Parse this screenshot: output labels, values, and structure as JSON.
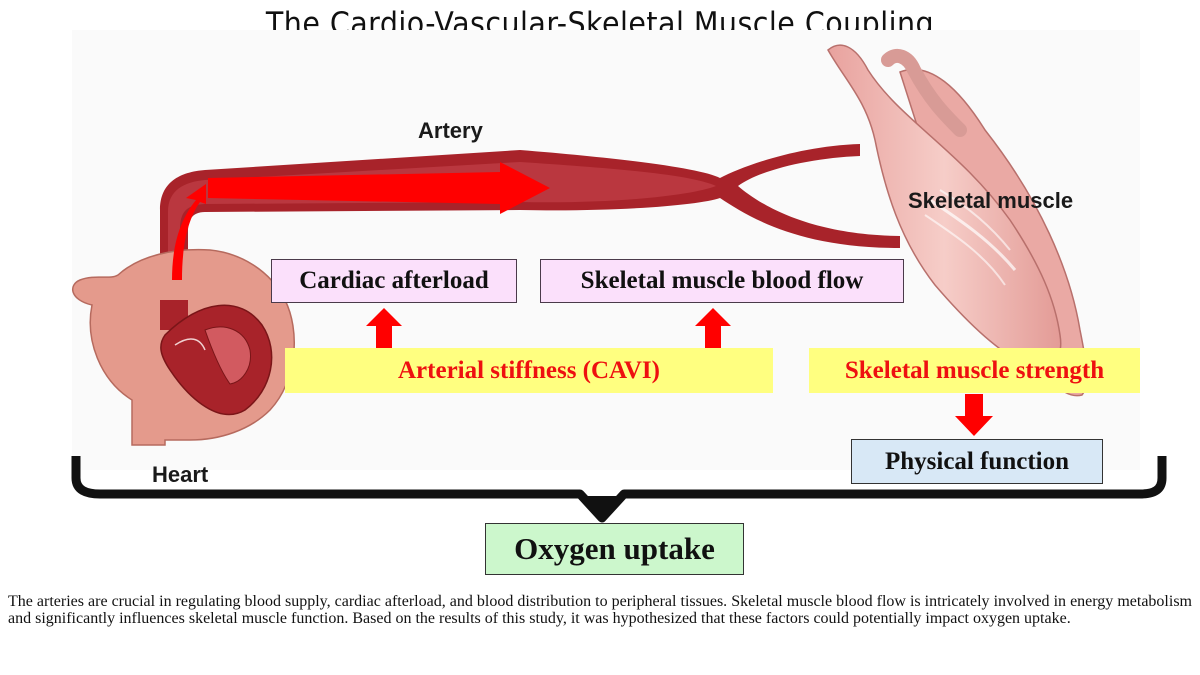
{
  "title": "The Cardio-Vascular-Skeletal Muscle Coupling",
  "labels": {
    "artery": "Artery",
    "skeletal_muscle": "Skeletal muscle",
    "heart": "Heart"
  },
  "boxes": {
    "cardiac_afterload": "Cardiac afterload",
    "skeletal_muscle_blood_flow": "Skeletal muscle blood flow",
    "arterial_stiffness": "Arterial stiffness (CAVI)",
    "skeletal_muscle_strength": "Skeletal muscle strength",
    "physical_function": "Physical function",
    "oxygen_uptake": "Oxygen uptake"
  },
  "caption": "The arteries are crucial in regulating blood supply, cardiac afterload, and blood distribution to peripheral tissues. Skeletal muscle blood flow is intricately involved in energy metabolism and significantly influences skeletal muscle function. Based on the results of this study, it was hypothesized that these factors could potentially impact oxygen uptake.",
  "colors": {
    "arrow_red": "#ff0000",
    "artery_dark": "#a8232a",
    "heart_skin": "#e49a8c",
    "muscle_pink": "#f0b8b4"
  },
  "icons": [
    "heart-illustration",
    "artery-illustration",
    "skeletal-muscle-illustration",
    "red-arrow-icon",
    "curly-brace-icon"
  ]
}
